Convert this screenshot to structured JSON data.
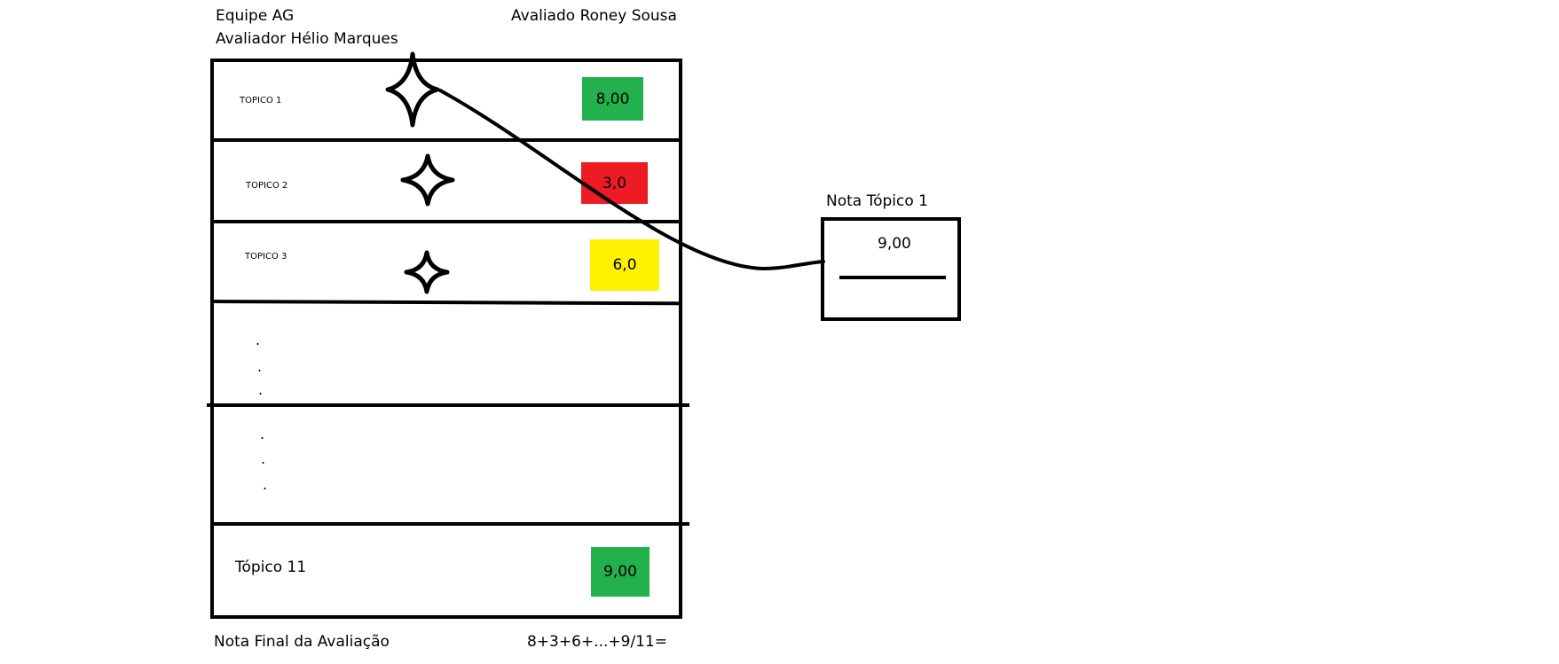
{
  "header": {
    "team": "Equipe AG",
    "evaluator": "Avaliador Hélio Marques",
    "evaluated": "Avaliado Roney Sousa"
  },
  "topics": [
    {
      "label": "TOPICO 1",
      "score": "8,00",
      "color": "#22b14c"
    },
    {
      "label": "TOPICO 2",
      "score": "3,0",
      "color": "#ed1c24"
    },
    {
      "label": "TOPICO 3",
      "score": "6,0",
      "color": "#fff200"
    },
    {
      "label": "Tópico 11",
      "score": "9,00",
      "color": "#22b14c"
    }
  ],
  "ellipsis_dot": ".",
  "star_icon": "four-point-star-icon",
  "popup": {
    "title": "Nota Tópico 1",
    "value": "9,00"
  },
  "footer": {
    "label": "Nota Final da Avaliação",
    "formula": "8+3+6+...+9/11="
  }
}
